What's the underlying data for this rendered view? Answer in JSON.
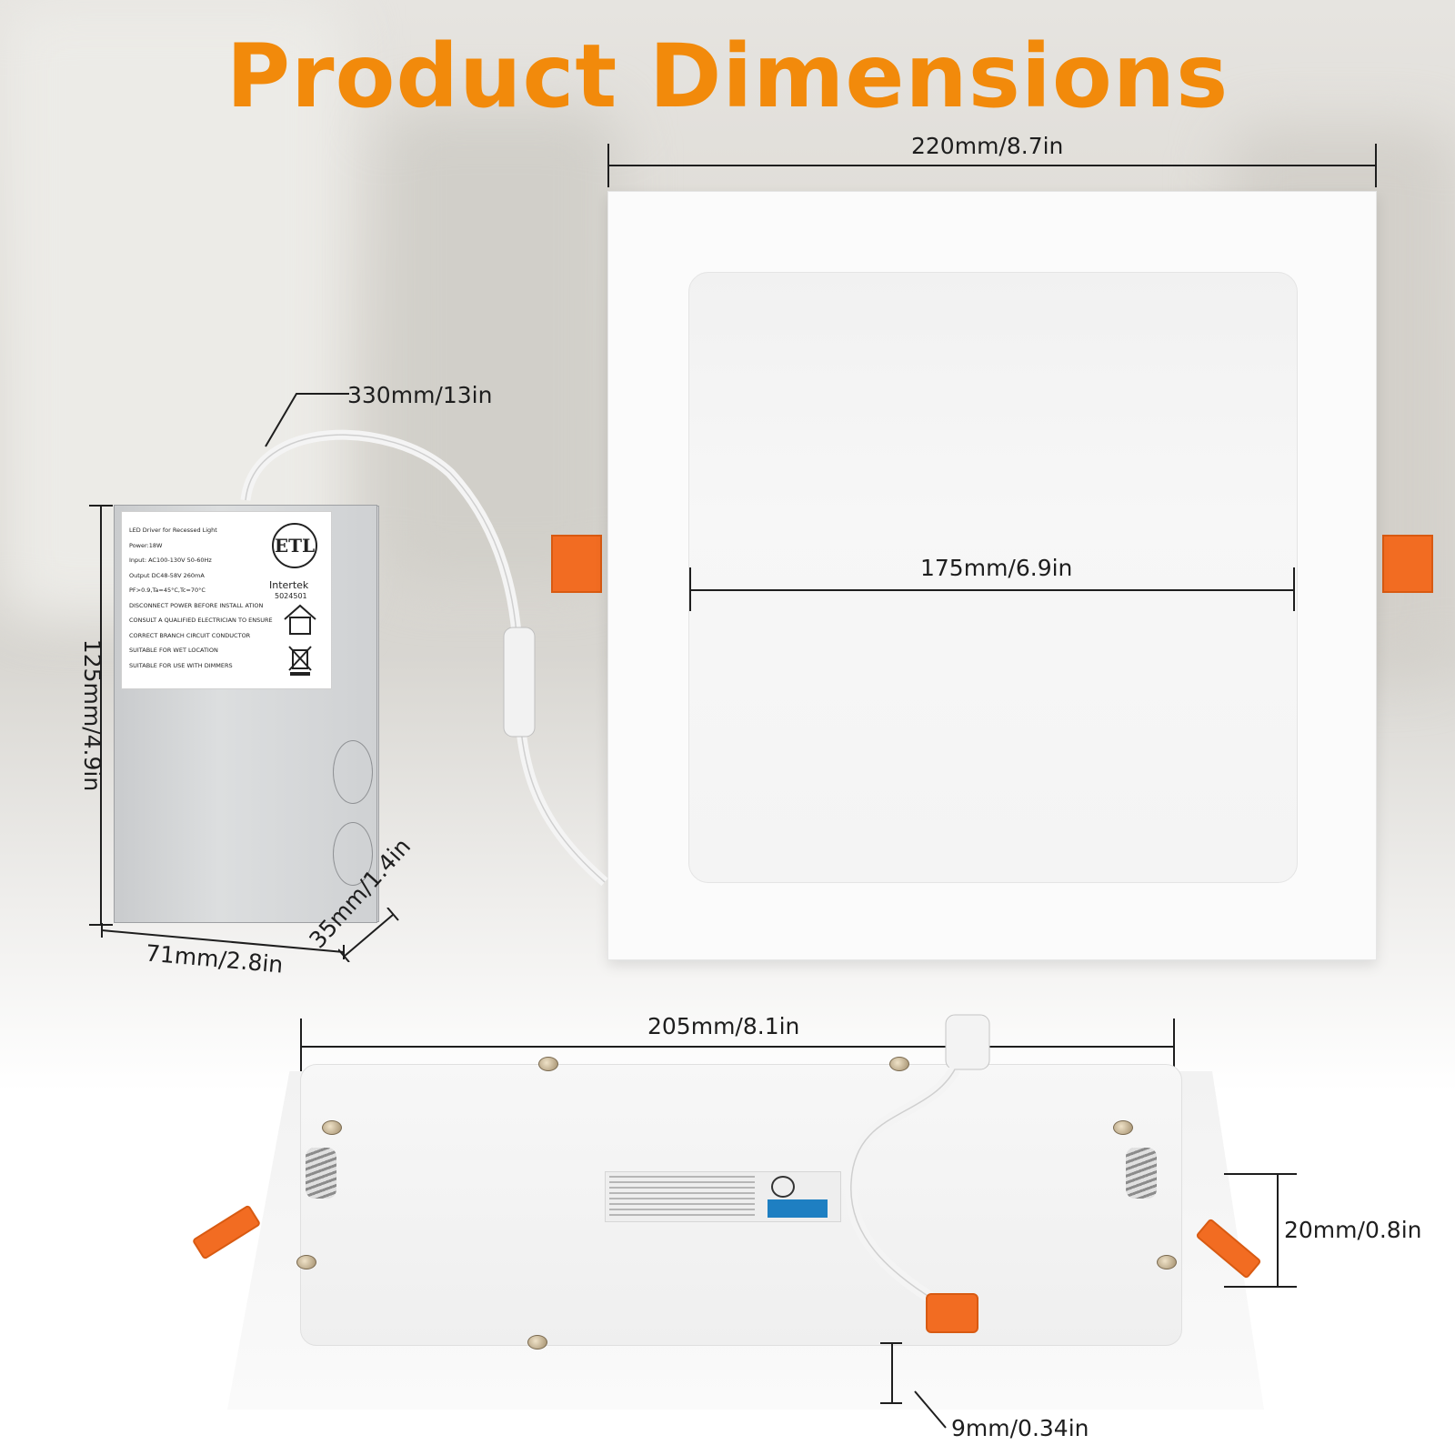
{
  "title": "Product Dimensions",
  "dimensions": {
    "panel_width": "220mm/8.7in",
    "lens_width": "175mm/6.9in",
    "cable_length": "330mm/13in",
    "driver_height": "125mm/4.9in",
    "driver_width": "71mm/2.8in",
    "driver_depth": "35mm/1.4in",
    "back_width": "205mm/8.1in",
    "clip_height": "20mm/0.8in",
    "edge_thickness": "9mm/0.34in"
  },
  "driver_label": {
    "lines": [
      "LED Driver for Recessed Light",
      "Power:18W",
      "Input: AC100-130V 50-60Hz",
      "Output DC48-58V 260mA",
      "PF>0.9,Ta=45°C,Tc=70°C",
      "DISCONNECT POWER BEFORE INSTALL ATION",
      "CONSULT A QUALIFIED ELECTRICIAN TO ENSURE",
      "CORRECT BRANCH CIRCUIT CONDUCTOR",
      "SUITABLE FOR WET LOCATION",
      "SUITABLE FOR USE WITH DIMMERS"
    ],
    "cert_mark": "ETL",
    "cert_body": "Intertek",
    "cert_number": "5024501"
  },
  "colors": {
    "accent": "#f28a0b",
    "clip": "#f26c22",
    "text": "#1e1e1e"
  }
}
